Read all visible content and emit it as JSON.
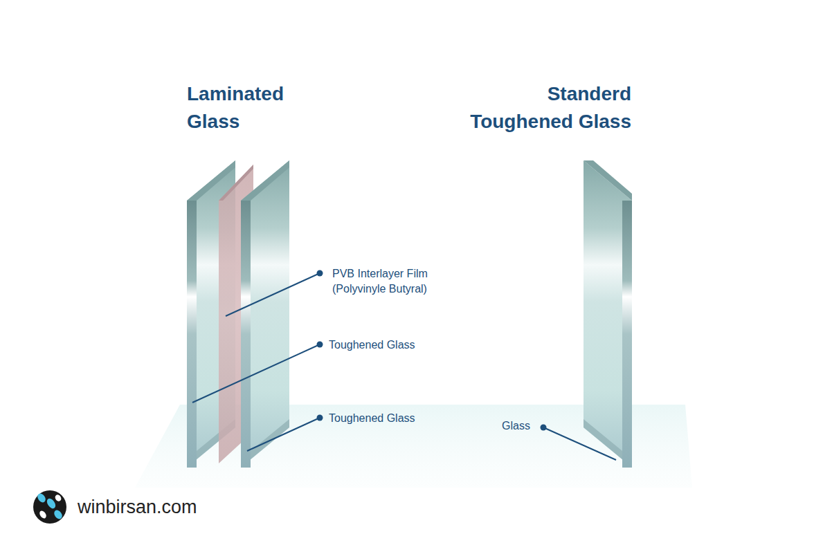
{
  "diagram": {
    "labels": [
      "Laminated Glass",
      "Standerd Toughened Glass",
      "PVB Interlayer Film (Polyvinyle Butyral)",
      "Toughened Glass",
      "Toughened Glass",
      "Glass",
      "winbirsan.com"
    ]
  }
}
